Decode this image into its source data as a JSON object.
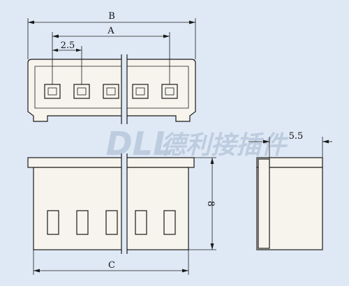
{
  "dimensions": {
    "overall_width": "B",
    "pin_span": "A",
    "pitch": "2.5",
    "body_width": "C",
    "height": "8",
    "depth": "5.5"
  },
  "watermark": {
    "brand": "DLL",
    "chinese": "德利接插件"
  }
}
